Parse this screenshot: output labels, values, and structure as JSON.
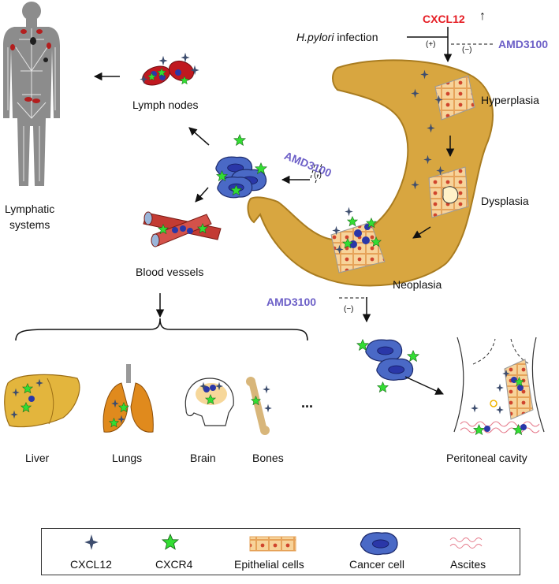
{
  "labels": {
    "cxcl12_top": "CXCL12",
    "up_arrow": "↑",
    "hpylori": "H.pylori",
    "infection": " infection",
    "plus": "(+)",
    "minus_top": "(−)",
    "amd_top": "AMD3100",
    "hyperplasia": "Hyperplasia",
    "dysplasia": "Dysplasia",
    "neoplasia": "Neoplasia",
    "amd_mid": "AMD3100",
    "minus_mid": "(-)",
    "amd_bottom": "AMD3100",
    "minus_bottom": "(−)",
    "lymph_nodes": "Lymph nodes",
    "lymphatic_1": "Lymphatic",
    "lymphatic_2": "systems",
    "blood_vessels": "Blood vessels",
    "liver": "Liver",
    "lungs": "Lungs",
    "brain": "Brain",
    "bones": "Bones",
    "ellipsis": "...",
    "peritoneal": "Peritoneal cavity"
  },
  "legend": {
    "items": [
      "CXCL12",
      "CXCR4",
      "Epithelial cells",
      "Cancer cell",
      "Ascites"
    ]
  },
  "colors": {
    "stomach": "#d8a640",
    "cxcl12_star": "#3d4d6e",
    "cxcr4_star": "#33dd33",
    "cancer_cell": "#4a69c6",
    "inhibitor": "#6c5fc7",
    "chemokine_label": "#e51c23"
  }
}
